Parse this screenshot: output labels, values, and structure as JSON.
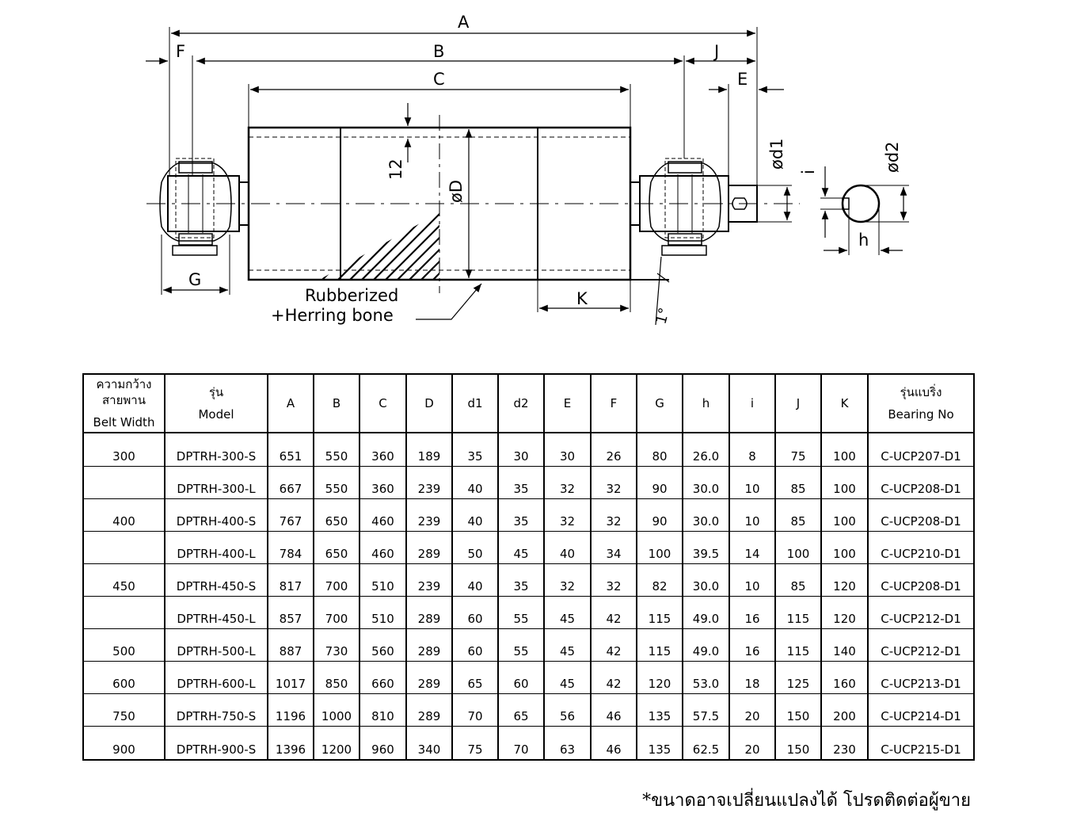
{
  "drawing": {
    "dims": {
      "A": "A",
      "B": "B",
      "C": "C",
      "E": "E",
      "F": "F",
      "G": "G",
      "J": "J",
      "K": "K",
      "h": "h",
      "i": "i",
      "d1": "ød1",
      "d2": "ød2",
      "D": "øD",
      "t12": "12",
      "slope": "1°"
    },
    "callout": [
      "Rubberized",
      "+Herring bone"
    ]
  },
  "table": {
    "headers": [
      {
        "th": [
          "ความกว้าง",
          "สายพาน"
        ],
        "en": "Belt Width"
      },
      {
        "th": [
          "รุ่น"
        ],
        "en": "Model"
      },
      {
        "th": [
          "A"
        ],
        "en": ""
      },
      {
        "th": [
          "B"
        ],
        "en": ""
      },
      {
        "th": [
          "C"
        ],
        "en": ""
      },
      {
        "th": [
          "D"
        ],
        "en": ""
      },
      {
        "th": [
          "d1"
        ],
        "en": ""
      },
      {
        "th": [
          "d2"
        ],
        "en": ""
      },
      {
        "th": [
          "E"
        ],
        "en": ""
      },
      {
        "th": [
          "F"
        ],
        "en": ""
      },
      {
        "th": [
          "G"
        ],
        "en": ""
      },
      {
        "th": [
          "h"
        ],
        "en": ""
      },
      {
        "th": [
          "i"
        ],
        "en": ""
      },
      {
        "th": [
          "J"
        ],
        "en": ""
      },
      {
        "th": [
          "K"
        ],
        "en": ""
      },
      {
        "th": [
          "รุ่นแบริ่ง"
        ],
        "en": "Bearing No"
      }
    ],
    "rows": [
      [
        "300",
        "DPTRH-300-S",
        "651",
        "550",
        "360",
        "189",
        "35",
        "30",
        "30",
        "26",
        "80",
        "26.0",
        "8",
        "75",
        "100",
        "C-UCP207-D1"
      ],
      [
        "",
        "DPTRH-300-L",
        "667",
        "550",
        "360",
        "239",
        "40",
        "35",
        "32",
        "32",
        "90",
        "30.0",
        "10",
        "85",
        "100",
        "C-UCP208-D1"
      ],
      [
        "400",
        "DPTRH-400-S",
        "767",
        "650",
        "460",
        "239",
        "40",
        "35",
        "32",
        "32",
        "90",
        "30.0",
        "10",
        "85",
        "100",
        "C-UCP208-D1"
      ],
      [
        "",
        "DPTRH-400-L",
        "784",
        "650",
        "460",
        "289",
        "50",
        "45",
        "40",
        "34",
        "100",
        "39.5",
        "14",
        "100",
        "100",
        "C-UCP210-D1"
      ],
      [
        "450",
        "DPTRH-450-S",
        "817",
        "700",
        "510",
        "239",
        "40",
        "35",
        "32",
        "32",
        "82",
        "30.0",
        "10",
        "85",
        "120",
        "C-UCP208-D1"
      ],
      [
        "",
        "DPTRH-450-L",
        "857",
        "700",
        "510",
        "289",
        "60",
        "55",
        "45",
        "42",
        "115",
        "49.0",
        "16",
        "115",
        "120",
        "C-UCP212-D1"
      ],
      [
        "500",
        "DPTRH-500-L",
        "887",
        "730",
        "560",
        "289",
        "60",
        "55",
        "45",
        "42",
        "115",
        "49.0",
        "16",
        "115",
        "140",
        "C-UCP212-D1"
      ],
      [
        "600",
        "DPTRH-600-L",
        "1017",
        "850",
        "660",
        "289",
        "65",
        "60",
        "45",
        "42",
        "120",
        "53.0",
        "18",
        "125",
        "160",
        "C-UCP213-D1"
      ],
      [
        "750",
        "DPTRH-750-S",
        "1196",
        "1000",
        "810",
        "289",
        "70",
        "65",
        "56",
        "46",
        "135",
        "57.5",
        "20",
        "150",
        "200",
        "C-UCP214-D1"
      ],
      [
        "900",
        "DPTRH-900-S",
        "1396",
        "1200",
        "960",
        "340",
        "75",
        "70",
        "63",
        "46",
        "135",
        "62.5",
        "20",
        "150",
        "230",
        "C-UCP215-D1"
      ]
    ]
  },
  "note": "*ขนาดอาจเปลี่ยนแปลงได้ โปรดติดต่อผู้ขาย"
}
